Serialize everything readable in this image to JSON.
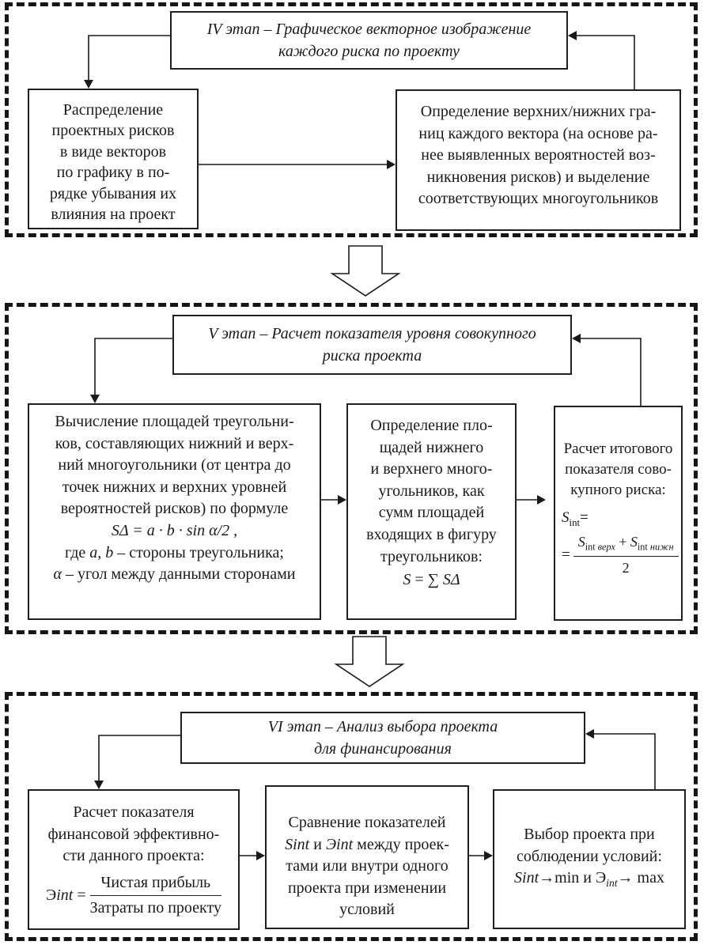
{
  "stage4": {
    "title": "IV этап – Графическое векторное изображение\nкаждого риска по проекту",
    "box_left": "Распределение\nпроектных рисков\nв виде векторов\nпо графику в по-\nрядке убывания их\nвлияния на проект",
    "box_right": "Определение верхних/нижних гра-\nниц каждого вектора (на основе ра-\nнее выявленных вероятностей воз-\nникновения рисков) и выделение\nсоответствующих многоугольников"
  },
  "stage5": {
    "title": "V этап – Расчет показателя уровня совокупного\nриска проекта",
    "box_calc": {
      "text": "Вычисление площадей треугольни-\nков, составляющих нижний и верх-\nний многоугольники (от центра до\nточек нижних и верхних уровней\nвероятностей рисков) по формуле",
      "formula": "SΔ = a · b · sin α/2 ,",
      "where_prefix": "где ",
      "where_vars": "a, b",
      "where_rest": " – стороны треугольника;",
      "alpha_var": "α",
      "alpha_rest": " – угол между данными сторонами"
    },
    "box_area": {
      "text": "Определение пло-\nщадей нижнего\nи верхнего много-\nугольников, как\nсумм площадей\nвходящих в фигуру\nтреугольников:",
      "formula_s": "S",
      "formula_mid": " = ∑ ",
      "formula_sd": "SΔ"
    },
    "box_total": {
      "text": "Расчет итогового\nпоказателя сово-\nкупного риска:",
      "s": "S",
      "s_sub": "int",
      "eq1": "=",
      "eq2": "=",
      "num_s1": "S",
      "num_sub1_roman": "int ",
      "num_sub1_it": "верх",
      "plus": " + ",
      "num_s2": "S",
      "num_sub2_roman": "int ",
      "num_sub2_it": "нижн",
      "den": "2"
    }
  },
  "stage6": {
    "title": "VI этап – Анализ выбора проекта\nдля финансирования",
    "box_eff": {
      "text": "Расчет показателя\nфинансовой эффективно-\nсти данного проекта:",
      "lhs_e": "Э",
      "lhs_int": "int",
      "lhs_eq": " = ",
      "num": "Чистая прибыль",
      "den": "Затраты по проекту"
    },
    "box_compare": {
      "line1": "Сравнение показателей",
      "l2_sint": "Sint",
      "l2_mid": " и ",
      "l2_eint": "Эint",
      "l2_rest": " между проек-",
      "line3": "тами или внутри одного",
      "line4": "проекта при изменении",
      "line5": "условий"
    },
    "box_select": {
      "line1": "Выбор проекта при",
      "line2": "соблюдении условий:",
      "l3_sint": "Sint",
      "l3_mid": "→min и ",
      "l3_e": "Э",
      "l3_e_sub": "int",
      "l3_rest": "→ max"
    }
  }
}
